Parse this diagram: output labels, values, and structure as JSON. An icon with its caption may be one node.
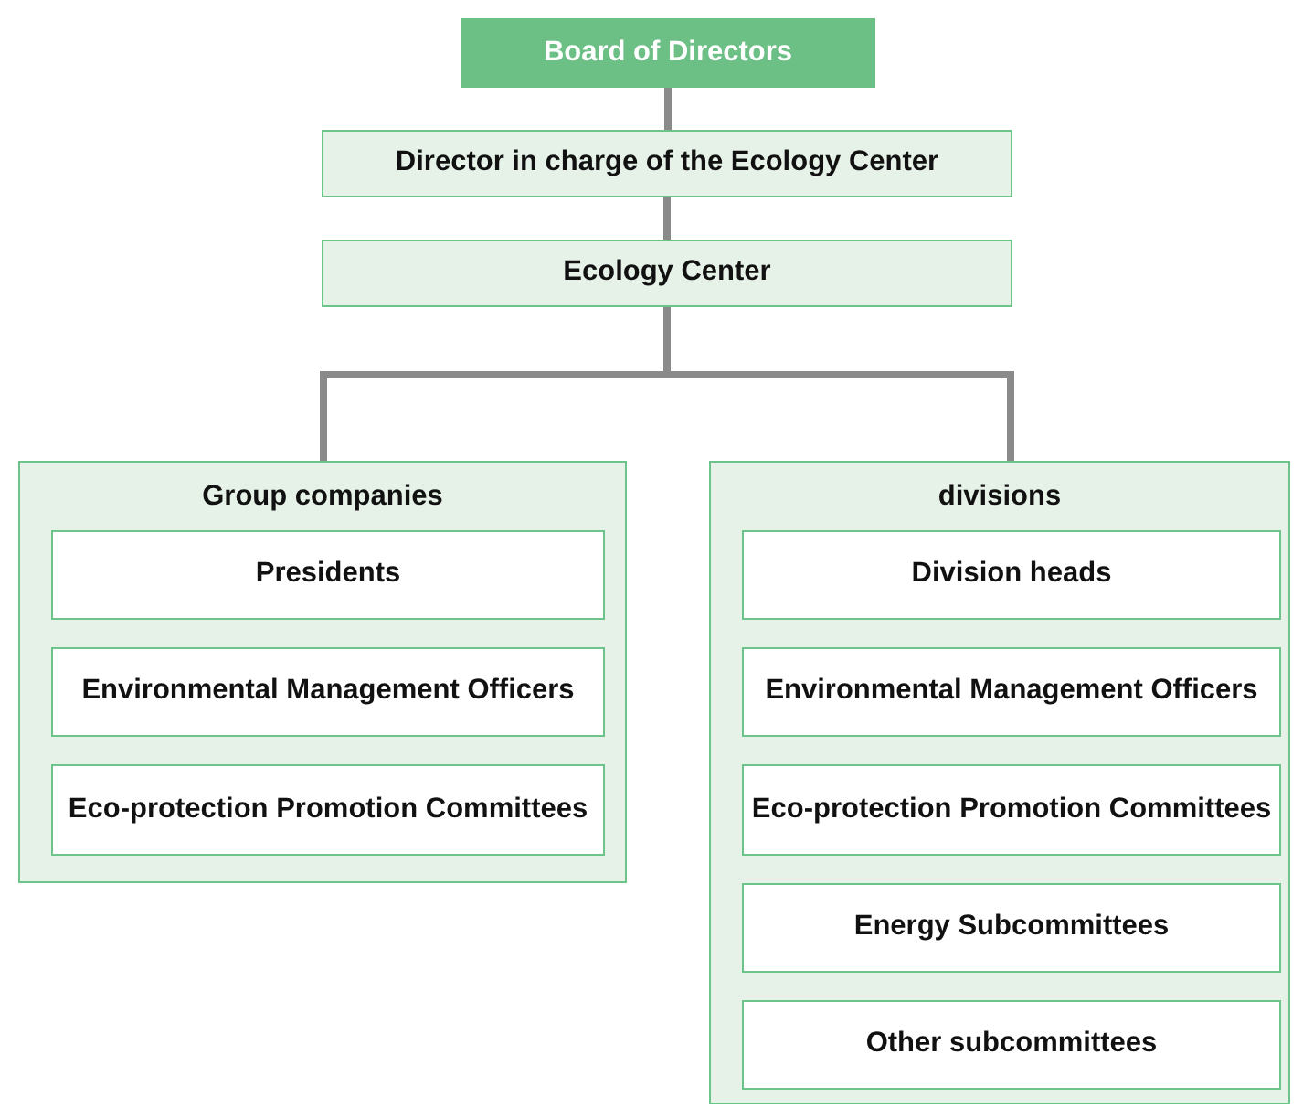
{
  "diagram": {
    "nodes": [
      {
        "text": [
          "Board of Directors"
        ]
      },
      {
        "text": [
          "Director in charge of the Ecology Center"
        ]
      },
      {
        "text": [
          "Ecology Center"
        ]
      },
      {
        "text": [
          "Group companies"
        ]
      },
      {
        "text": [
          "Presidents"
        ],
        "in": 3
      },
      {
        "text": [
          "Environmental Management Officers"
        ],
        "in": 3
      },
      {
        "text": [
          "Eco-protection Promotion Committees"
        ],
        "in": 3
      },
      {
        "text": [
          "divisions"
        ]
      },
      {
        "text": [
          "Division heads"
        ],
        "in": 7
      },
      {
        "text": [
          "Environmental Management Officers"
        ],
        "in": 7
      },
      {
        "text": [
          "Eco-protection Promotion Committees"
        ],
        "in": 7
      },
      {
        "text": [
          "Energy Subcommittees"
        ],
        "in": 7
      },
      {
        "text": [
          "Other subcommittees"
        ],
        "in": 7
      }
    ],
    "edges": [
      {
        "from": 0,
        "to": 1,
        "arrow": "none"
      },
      {
        "from": 1,
        "to": 2,
        "arrow": "none"
      },
      {
        "from": 2,
        "to": 3,
        "arrow": "none"
      },
      {
        "from": 2,
        "to": 7,
        "arrow": "none"
      }
    ]
  }
}
